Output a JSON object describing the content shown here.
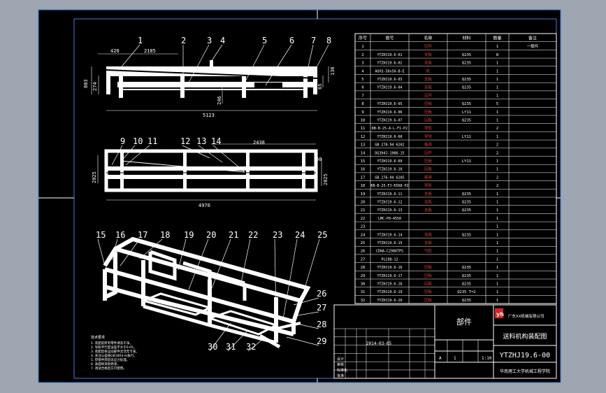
{
  "colors": {
    "sheet": "#000000",
    "outer": "#9ea7b1",
    "line": "#2f7fe0",
    "frame": "#ffffff",
    "dim": "#ffffff",
    "text": "#ffffff",
    "table_name": "#e03a2a",
    "logo": "#e02020"
  },
  "views": {
    "front": {
      "dims": {
        "d1": "420",
        "d2": "2185",
        "d3": "883",
        "d4": "274",
        "d5": "246",
        "d6": "5123",
        "d7": "65",
        "d8": "136"
      },
      "labels": [
        "1",
        "2",
        "3",
        "4",
        "5",
        "6",
        "7",
        "8"
      ]
    },
    "top": {
      "dims": {
        "d1": "2438",
        "d2": "60",
        "d3": "2025",
        "d4": "2025",
        "d5": "4970"
      },
      "labels": [
        "9",
        "10",
        "11",
        "12",
        "13",
        "14"
      ]
    },
    "iso": {
      "labels": [
        "15",
        "16",
        "17",
        "18",
        "19",
        "20",
        "21",
        "22",
        "23",
        "24",
        "25",
        "26",
        "27",
        "28",
        "29",
        "30",
        "31",
        "32"
      ]
    }
  },
  "bom": {
    "headers": [
      "序号",
      "图号",
      "名称",
      "材料",
      "数量",
      "备注"
    ],
    "rows": [
      [
        "1",
        "",
        "压件",
        "",
        "1",
        "一般件"
      ],
      [
        "2",
        "YTZHJ19.6-01",
        "支板",
        "Q235",
        "8",
        ""
      ],
      [
        "3",
        "YTZHJ19.6-02",
        "支板",
        "Q235",
        "1",
        ""
      ],
      [
        "4",
        "AOXS-50x50-B-E",
        "轮",
        "",
        "1",
        ""
      ],
      [
        "5",
        "YTZHJ19.6-03",
        "支板",
        "Q235",
        "1",
        ""
      ],
      [
        "6",
        "YTZHJ19.6-04",
        "支板",
        "Q235",
        "1",
        ""
      ],
      [
        "7",
        "",
        "压件",
        "",
        "1",
        ""
      ],
      [
        "8",
        "YTZHJ19.6-05",
        "压板",
        "Q235",
        "5",
        ""
      ],
      [
        "9",
        "YTZHJ19.6-06",
        "压板",
        "LY11",
        "1",
        ""
      ],
      [
        "10",
        "YTZHJ19.6-07",
        "压板",
        "Q235",
        "1",
        ""
      ],
      [
        "11",
        "KB-B-25-A-L-F1-P2",
        "导轨",
        "",
        "2",
        ""
      ],
      [
        "12",
        "YTZHJ19.6-08",
        "导块",
        "LY11",
        "1",
        ""
      ],
      [
        "13",
        "GB 278-94 6202",
        "轴承",
        "",
        "2",
        ""
      ],
      [
        "14",
        "DG394J-1986-15",
        "压件",
        "",
        "2",
        ""
      ],
      [
        "15",
        "YTZHJ19.6-09",
        "压板",
        "LY11",
        "1",
        ""
      ],
      [
        "16",
        "YTZHJ19.6-10",
        "压板",
        "",
        "1",
        ""
      ],
      [
        "17",
        "GB 276-94 6205",
        "轴承",
        "",
        "2",
        ""
      ],
      [
        "18",
        "KB-B-25-FJ-K568-P2",
        "导轨",
        "",
        "2",
        ""
      ],
      [
        "19",
        "YTZHJ19.6-11",
        "支板",
        "Q235",
        "1",
        ""
      ],
      [
        "20",
        "YTZHJ19.6-12",
        "支板",
        "Q235",
        "1",
        ""
      ],
      [
        "21",
        "YTZHJ19.6-13",
        "支板",
        "Q235",
        "1",
        ""
      ],
      [
        "22",
        "LMC-P0-4550",
        "",
        "",
        "1",
        ""
      ],
      [
        "23",
        "",
        "",
        "",
        "1",
        ""
      ],
      [
        "24",
        "YTZHJ19.6-14",
        "支板",
        "Q235",
        "1",
        ""
      ],
      [
        "25",
        "YTZHJ19.6-15",
        "支板",
        "",
        "1",
        ""
      ],
      [
        "26",
        "CDHA-C2986TPS",
        "气缸",
        "",
        "1",
        ""
      ],
      [
        "27",
        "PLC08-12",
        "",
        "",
        "1",
        ""
      ],
      [
        "28",
        "YTZHJ19.6-16",
        "压板",
        "Q235",
        "1",
        ""
      ],
      [
        "29",
        "YTZHJ19.6-17",
        "压板",
        "Q235",
        "1",
        ""
      ],
      [
        "30",
        "YTZHJ19.6-18",
        "压板",
        "Q235",
        "1",
        ""
      ],
      [
        "31",
        "YTZHJ19.6-19",
        "压板",
        "Q235 T=2",
        "1",
        ""
      ],
      [
        "32",
        "YTZHJ19.6-20",
        "压板",
        "Q235",
        "1",
        ""
      ]
    ]
  },
  "title_block": {
    "part_name": "部件",
    "company": "广东XX机械有限公司",
    "drawing_title": "送料机构装配图",
    "drawing_no": "YTZHJ19.6-00",
    "footer": "华南理工大学机械工程学院",
    "date": "2014-03-05",
    "stage": "A",
    "scale_l": "1",
    "scale": "1:10",
    "revision_label": "标准化",
    "design_label": "设计",
    "check_label": "审核",
    "approve_label": "批准"
  },
  "notes": {
    "title": "技术要求",
    "lines": [
      "1. 装配前所有零件清洗干净。",
      "2. 导轨平行度误差不大于0.05。",
      "3. 装配后各运动部件灵活无卡滞。",
      "4. 未注公差按GB1804-m执行。",
      "5. 焊接件焊后去应力处理。",
      "6. 表面喷涂防锈漆。",
      "7. 调试合格后方可使用。"
    ]
  }
}
